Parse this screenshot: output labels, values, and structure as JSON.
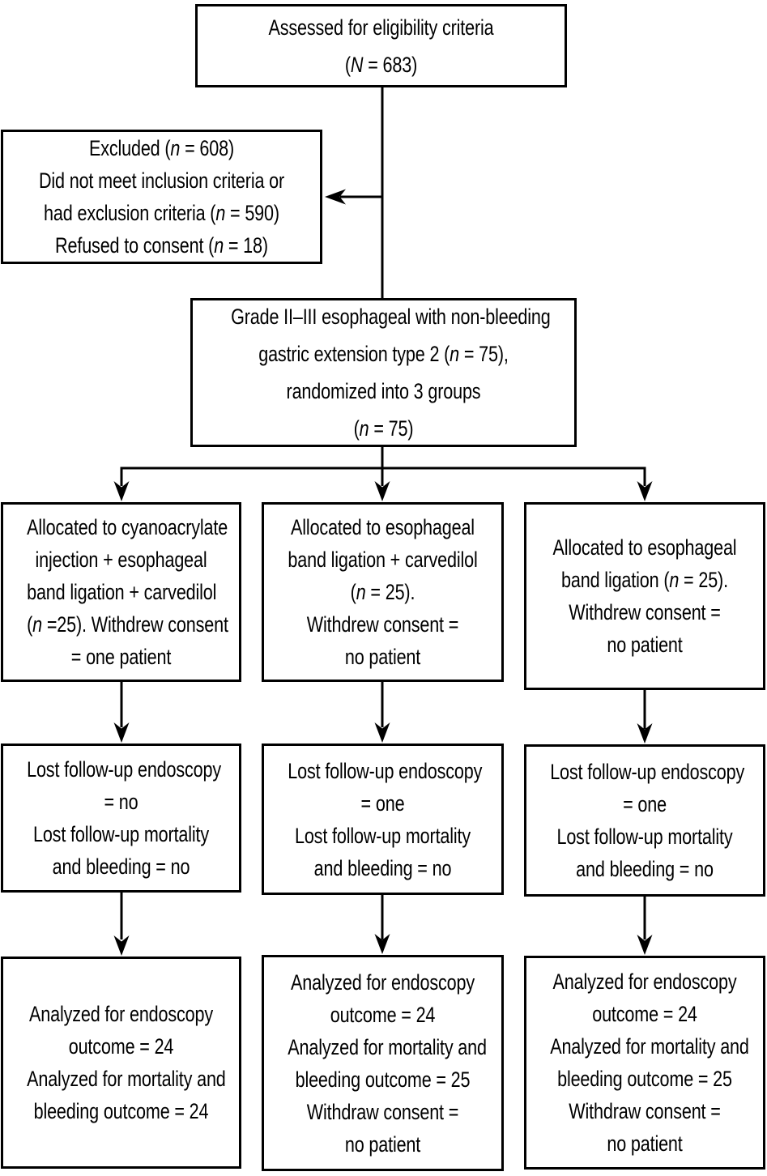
{
  "colors": {
    "line": "#000000",
    "text": "#000000",
    "background": "#ffffff"
  },
  "boxes": {
    "assessed": {
      "lines": [
        "Assessed for eligibility criteria",
        "(N = 683)"
      ]
    },
    "excluded": {
      "lines": [
        "Excluded (n = 608)",
        "Did not meet inclusion criteria or",
        "had exclusion criteria (n = 590)",
        "Refused to consent (n = 18)"
      ]
    },
    "randomized": {
      "lines": [
        "Grade II–III esophageal with non-bleeding",
        "gastric extension type 2 (n = 75),",
        "randomized into 3 groups",
        "(n = 75)"
      ]
    },
    "alloc_cyanoacrylate": {
      "lines": [
        "Allocated to cyanoacrylate",
        "injection + esophageal",
        "band ligation + carvedilol",
        "(n =25). Withdrew consent",
        "= one patient"
      ]
    },
    "alloc_ebl_carvedilol": {
      "lines": [
        "Allocated to esophageal",
        "band ligation + carvedilol",
        "(n = 25).",
        "Withdrew consent =",
        "no patient"
      ]
    },
    "alloc_ebl": {
      "lines": [
        "Allocated to esophageal",
        "band ligation (n = 25).",
        "Withdrew consent =",
        "no patient"
      ]
    },
    "lost_group1": {
      "lines": [
        "Lost follow-up endoscopy",
        "= no",
        "Lost follow-up mortality",
        "and bleeding = no"
      ]
    },
    "lost_group2": {
      "lines": [
        "Lost follow-up endoscopy",
        "= one",
        "Lost follow-up mortality",
        "and bleeding = no"
      ]
    },
    "lost_group3": {
      "lines": [
        "Lost follow-up endoscopy",
        "= one",
        "Lost follow-up mortality",
        "and bleeding = no"
      ]
    },
    "analyzed_group1": {
      "lines": [
        "Analyzed for endoscopy",
        "outcome = 24",
        "Analyzed for mortality and",
        "bleeding outcome = 24"
      ]
    },
    "analyzed_group2": {
      "lines": [
        "Analyzed for endoscopy",
        "outcome = 24",
        "Analyzed for mortality and",
        "bleeding outcome = 25",
        "Withdraw consent =",
        "no patient"
      ]
    },
    "analyzed_group3": {
      "lines": [
        "Analyzed for endoscopy",
        "outcome = 24",
        "Analyzed for mortality and",
        "bleeding outcome = 25",
        "Withdraw consent =",
        "no patient"
      ]
    }
  }
}
